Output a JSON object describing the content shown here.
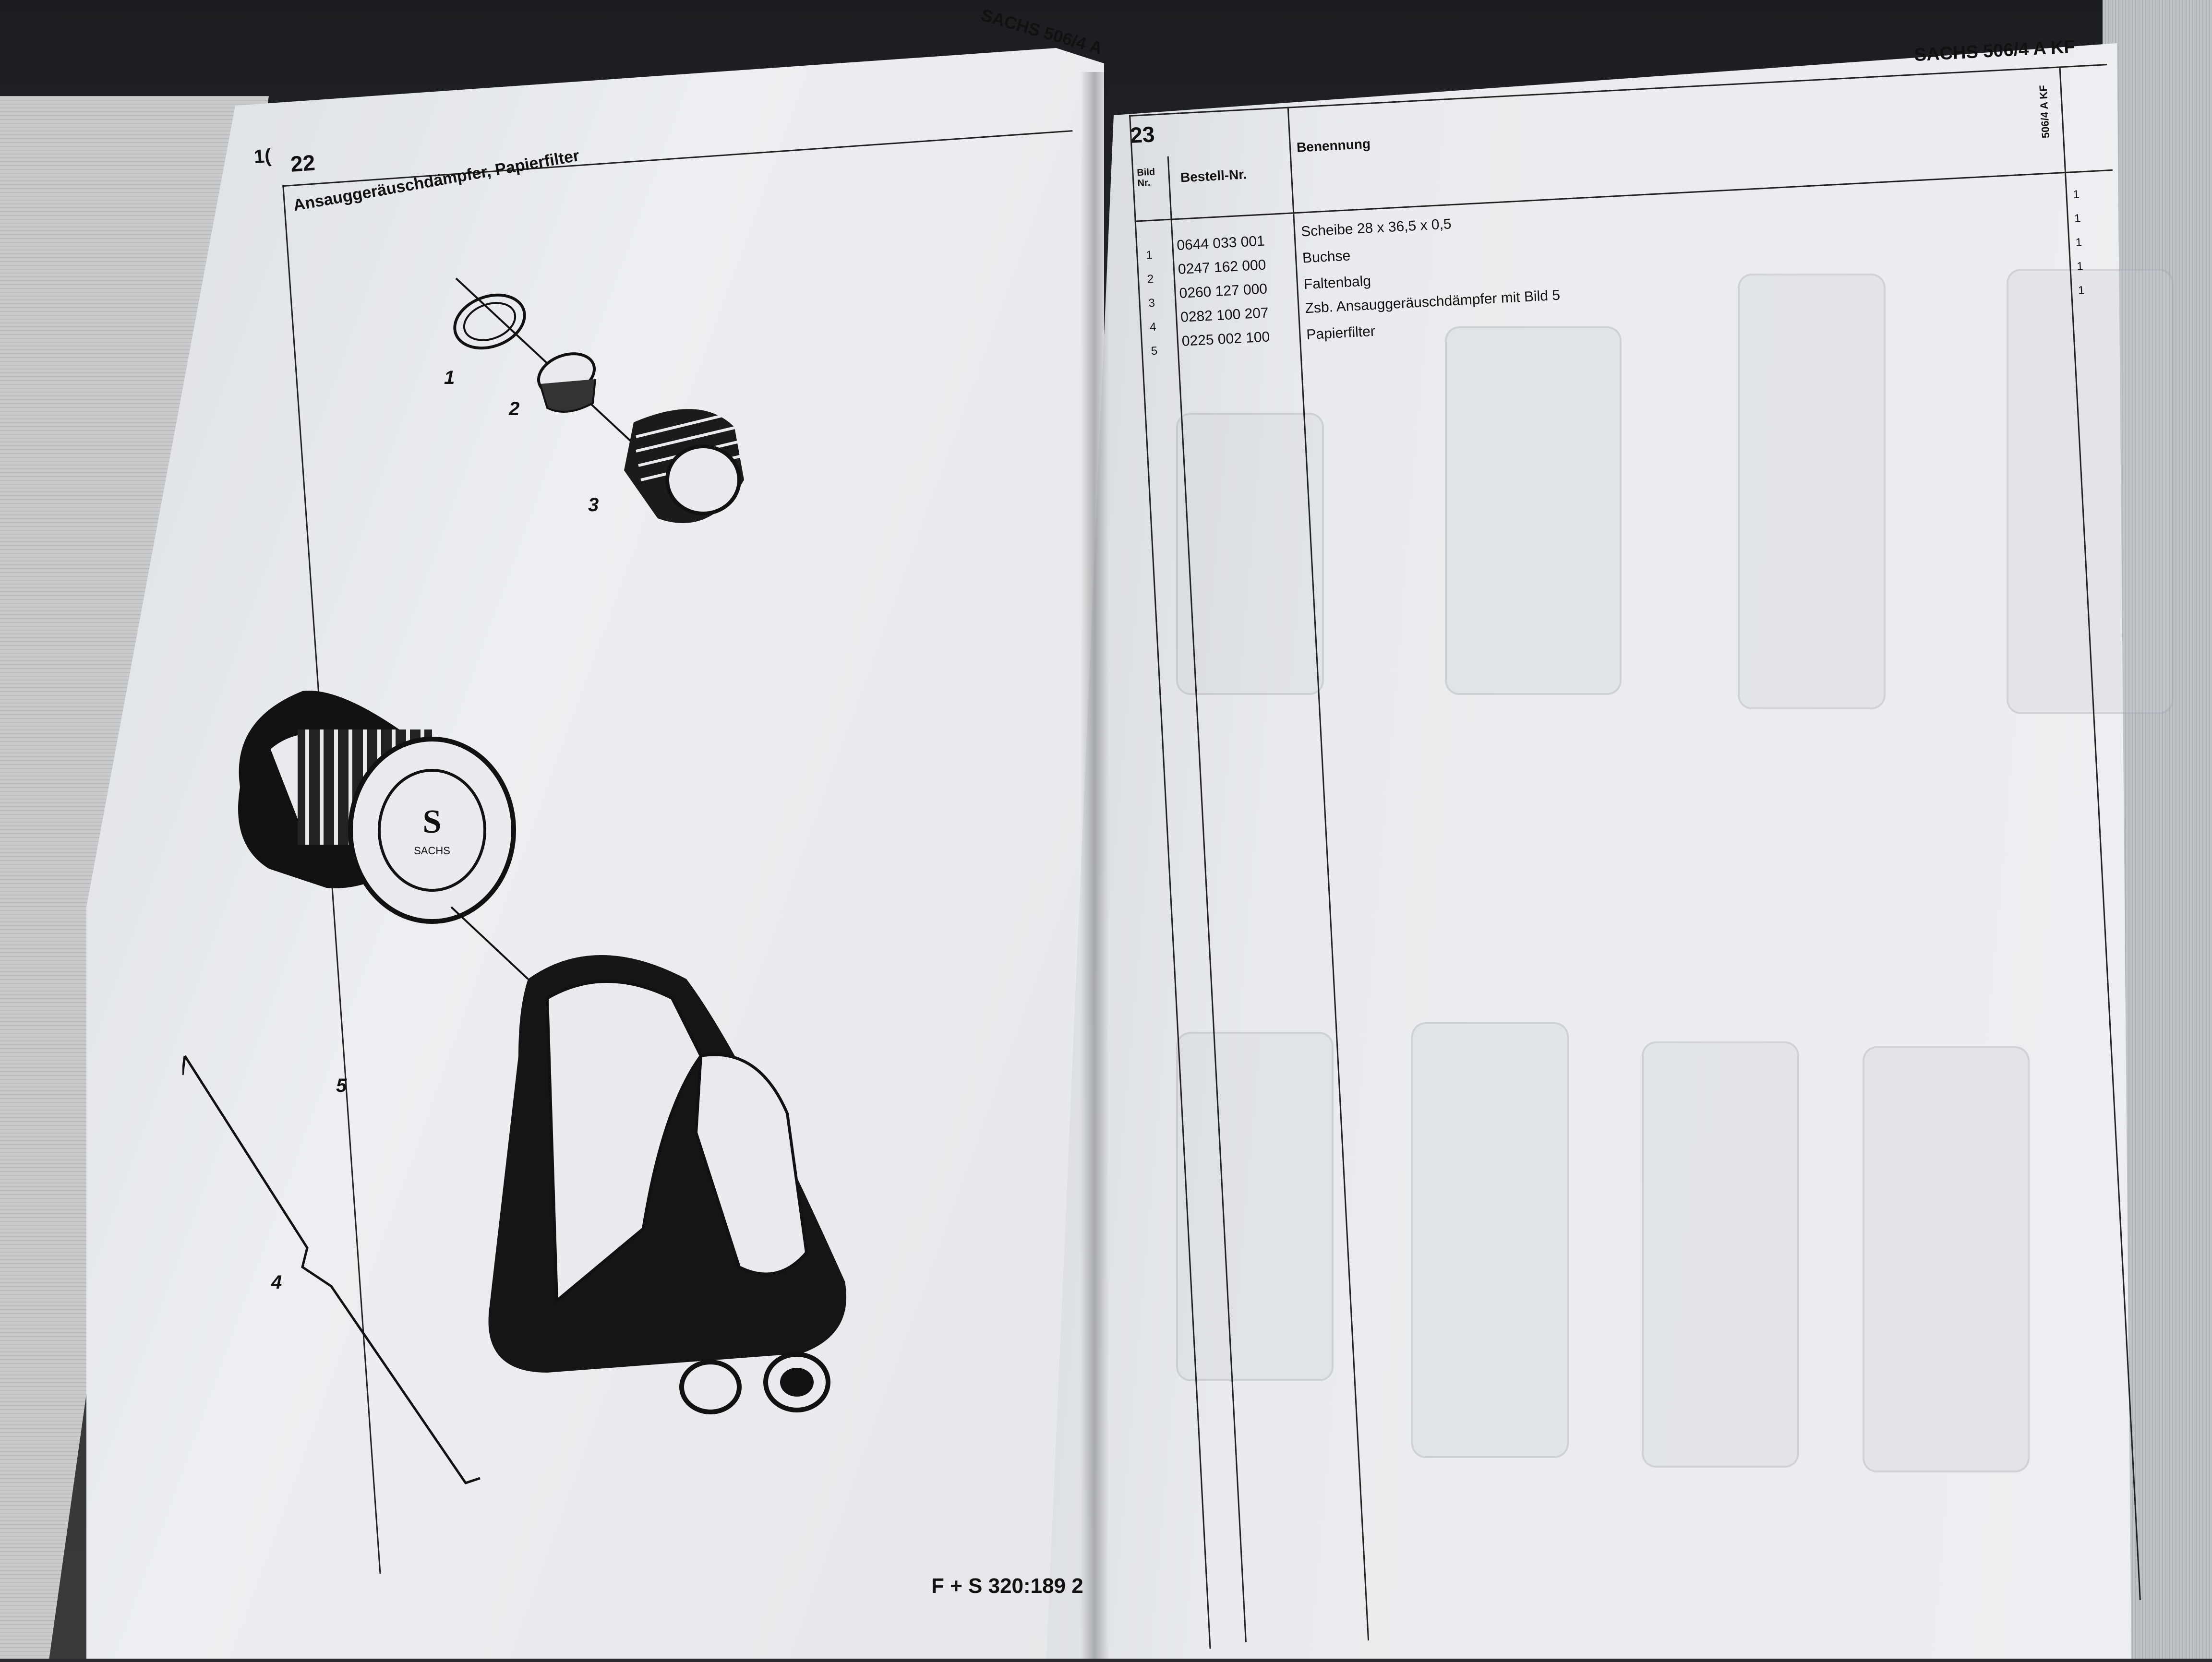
{
  "left_page": {
    "corner_mark": "1(",
    "figure_number": "22",
    "title": "Ansauggeräuschdämpfer, Papierfilter",
    "header_model": "SACHS 506/4 A",
    "callouts": [
      "1",
      "2",
      "3",
      "4",
      "5"
    ],
    "filter_brand": "SACHS",
    "footer_code": "F + S 320:189 2"
  },
  "right_page": {
    "header_model": "SACHS 506/4 A KF",
    "figure_number": "23",
    "side_tab": "506/4 A KF",
    "columns": {
      "bild": "Bild Nr.",
      "bestell": "Bestell-Nr.",
      "benennung": "Benennung"
    },
    "rows": [
      {
        "bild": "1",
        "nr": "0644 033 001",
        "name": "Scheibe 28 x 36,5 x 0,5",
        "qty": "1"
      },
      {
        "bild": "2",
        "nr": "0247 162 000",
        "name": "Buchse",
        "qty": "1"
      },
      {
        "bild": "3",
        "nr": "0260 127 000",
        "name": "Faltenbalg",
        "qty": "1"
      },
      {
        "bild": "4",
        "nr": "0282 100 207",
        "name": "Zsb. Ansauggeräuschdämpfer mit Bild 5",
        "qty": "1"
      },
      {
        "bild": "5",
        "nr": "0225 002 100",
        "name": "Papierfilter",
        "qty": "1"
      }
    ]
  }
}
